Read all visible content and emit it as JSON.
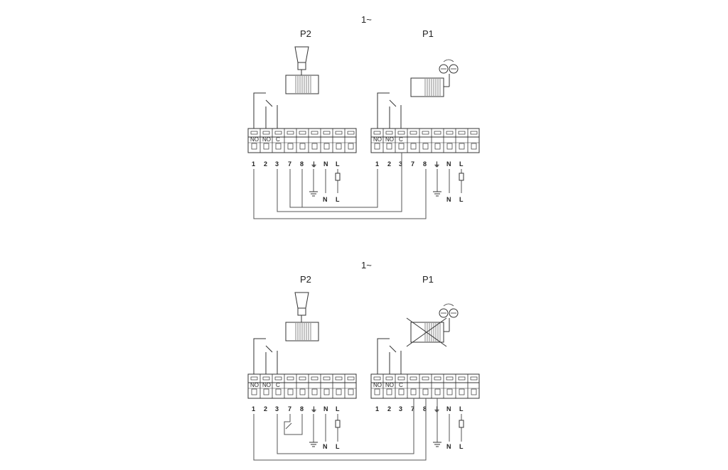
{
  "diagrams": [
    {
      "phase": "1~",
      "p2_label": "P2",
      "p1_label": "P1",
      "left_terminals": [
        "1",
        "2",
        "3",
        "7",
        "8",
        "⏚",
        "N",
        "L"
      ],
      "right_terminals": [
        "1",
        "2",
        "3",
        "7",
        "8",
        "⏚",
        "N",
        "L"
      ],
      "contact_labels": [
        "NO",
        "NO",
        "C"
      ],
      "supply_labels": [
        "⏚",
        "N",
        "L"
      ]
    },
    {
      "phase": "1~",
      "p2_label": "P2",
      "p1_label": "P1",
      "left_terminals": [
        "1",
        "2",
        "3",
        "7",
        "8",
        "⏚",
        "N",
        "L"
      ],
      "right_terminals": [
        "1",
        "2",
        "3",
        "7",
        "8",
        "⏚",
        "N",
        "L"
      ],
      "contact_labels": [
        "NO",
        "NO",
        "C"
      ],
      "supply_labels": [
        "⏚",
        "N",
        "L"
      ]
    }
  ]
}
